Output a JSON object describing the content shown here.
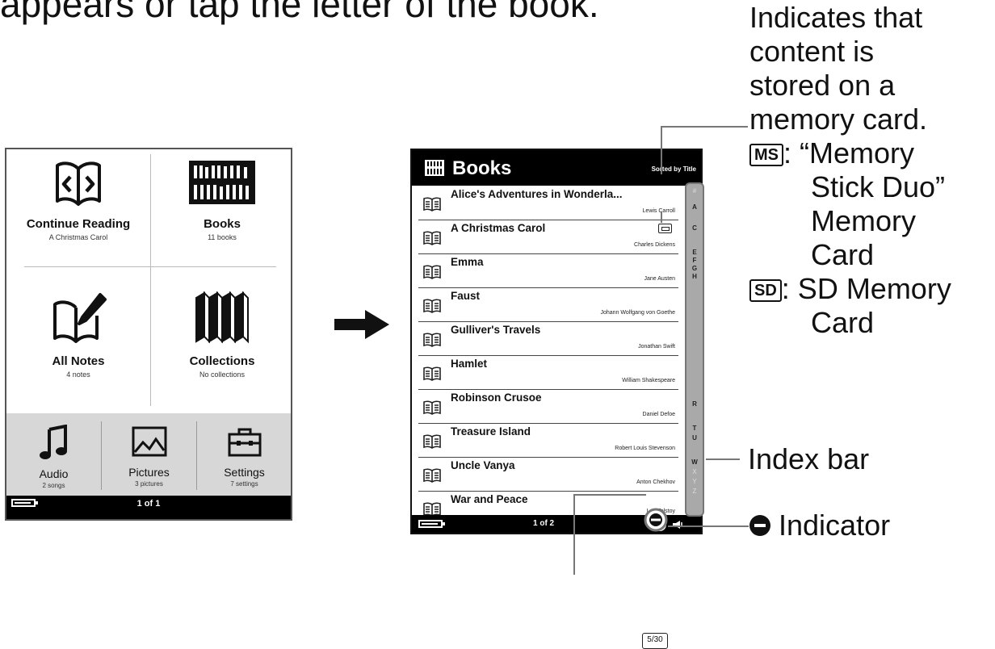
{
  "instruction_partial": "appears or tap the letter of the book.",
  "home": {
    "tiles": [
      {
        "label": "Continue Reading",
        "sub": "A Christmas Carol"
      },
      {
        "label": "Books",
        "sub": "11 books"
      },
      {
        "label": "All Notes",
        "sub": "4 notes"
      },
      {
        "label": "Collections",
        "sub": "No collections"
      }
    ],
    "bottom": [
      {
        "label": "Audio",
        "sub": "2 songs"
      },
      {
        "label": "Pictures",
        "sub": "3 pictures"
      },
      {
        "label": "Settings",
        "sub": "7 settings"
      }
    ],
    "page": "1 of 1"
  },
  "books": {
    "header": "Books",
    "sort": "Sorted by Title",
    "items": [
      {
        "title": "Alice's Adventures in Wonderla...",
        "author": "Lewis Carroll"
      },
      {
        "title": "A Christmas Carol",
        "author": "Charles Dickens"
      },
      {
        "title": "Emma",
        "author": "Jane Austen"
      },
      {
        "title": "Faust",
        "author": "Johann Wolfgang von Goethe"
      },
      {
        "title": "Gulliver's Travels",
        "author": "Jonathan Swift"
      },
      {
        "title": "Hamlet",
        "author": "William Shakespeare"
      },
      {
        "title": "Robinson Crusoe",
        "author": "Daniel Defoe"
      },
      {
        "title": "Treasure Island",
        "author": "Robert Louis Stevenson"
      },
      {
        "title": "Uncle Vanya",
        "author": "Anton Chekhov"
      },
      {
        "title": "War and Peace",
        "author": "Leo Tolstoy"
      }
    ],
    "counter": "5/30",
    "page": "1 of 2",
    "index_letters": [
      "A",
      "C",
      "E",
      "F",
      "G",
      "H",
      "R",
      "T",
      "U",
      "W",
      "X",
      "Y",
      "Z"
    ]
  },
  "callouts": {
    "card": {
      "line1": "Indicates that",
      "line2": "content is",
      "line3": "stored on a",
      "line4": "memory card.",
      "ms_badge": "MS",
      "ms_line1": ": “Memory",
      "ms_line2": "Stick Duo”",
      "ms_line3": "Memory",
      "ms_line4": "Card",
      "sd_badge": "SD",
      "sd_line1": ": SD Memory",
      "sd_line2": "Card"
    },
    "index_bar": "Index bar",
    "indicator": "Indicator"
  },
  "colors": {
    "panel_dark": "#000000",
    "index_bar": "#a9a9a9",
    "line": "#777777"
  }
}
